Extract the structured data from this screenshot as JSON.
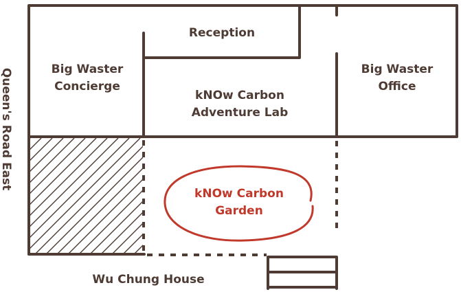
{
  "rooms": {
    "reception": "Reception",
    "concierge_line1": "Big Waster",
    "concierge_line2": "Concierge",
    "lab_line1": "kNOw Carbon",
    "lab_line2": "Adventure Lab",
    "office_line1": "Big Waster",
    "office_line2": "Office"
  },
  "garden": {
    "line1": "kNOw Carbon",
    "line2": "Garden",
    "color": "#c0392b"
  },
  "streets": {
    "side": "Queen's Road East",
    "bottom": "Wu Chung House"
  },
  "colors": {
    "ink": "#4e3b34"
  }
}
